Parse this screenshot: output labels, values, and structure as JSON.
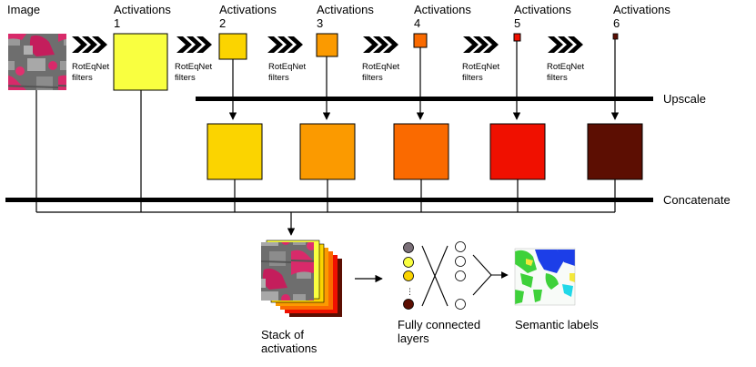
{
  "labels": {
    "image": "Image",
    "activations": [
      "Activations 1",
      "Activations 2",
      "Activations 3",
      "Activations 4",
      "Activations 5",
      "Activations 6"
    ],
    "activation_word": "Activations",
    "activation_numbers": [
      "1",
      "2",
      "3",
      "4",
      "5",
      "6"
    ],
    "filter_line1": "RotEqNet",
    "filter_line2": "filters",
    "upscale": "Upscale",
    "concatenate": "Concatenate",
    "stack_line1": "Stack of",
    "stack_line2": "activations",
    "fc_line1": "Fully connected",
    "fc_line2": "layers",
    "semantic": "Semantic labels",
    "ellipsis": "⋮"
  },
  "colors": {
    "activation_1": "#f9ff40",
    "activation_2": "#fbd400",
    "activation_3": "#fb9a00",
    "activation_4": "#fa6a00",
    "activation_5": "#f01000",
    "activation_6": "#5c0e02",
    "aerial_base": "#6e6e6e",
    "aerial_vegetation": "#d82a6a",
    "label_white": "#f8fbf8",
    "label_green": "#3ed13a",
    "label_blue": "#1c3ee8",
    "label_cyan": "#20d8e8",
    "label_yellow": "#f4e83a"
  }
}
